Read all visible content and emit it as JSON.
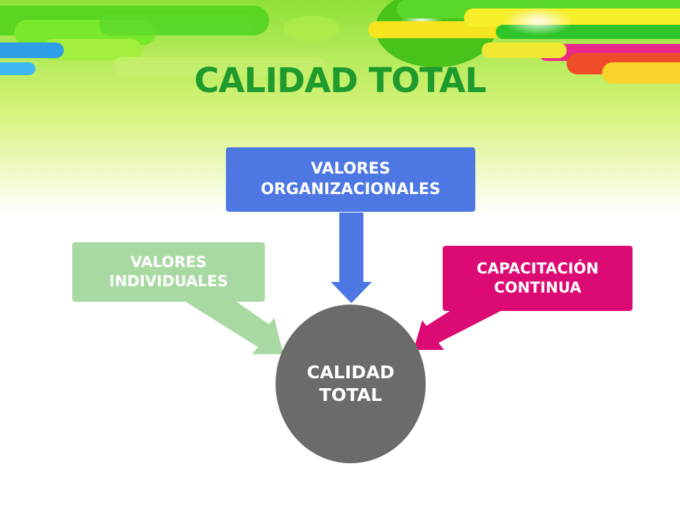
{
  "slide": {
    "title": "CALIDAD TOTAL",
    "center": {
      "label": "CALIDAD\nTOTAL",
      "color": "#6b6b6b"
    },
    "nodes": [
      {
        "id": "organizacionales",
        "label": "VALORES\nORGANIZACIONALES",
        "color": "#4d77e2"
      },
      {
        "id": "individuales",
        "label": "VALORES\nINDIVIDUALES",
        "color": "#a9d9a3"
      },
      {
        "id": "capacitacion",
        "label": "CAPACITACIÓN\nCONTINUA",
        "color": "#dc0a73"
      }
    ],
    "title_color": "#1f9a2c"
  }
}
